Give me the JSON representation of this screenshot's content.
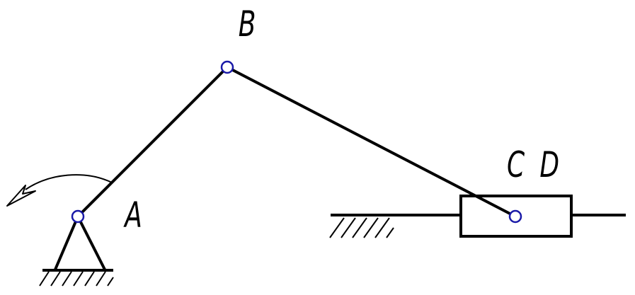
{
  "labels": {
    "A": "A",
    "B": "B",
    "C": "C",
    "D": "D"
  },
  "colors": {
    "line": "#000000",
    "joint": "#1a1aa8",
    "background": "#ffffff"
  },
  "icons": {
    "rotation": "curved-arrow-icon",
    "pivot": "triangle-pin-support-icon",
    "ground": "hatched-ground-icon",
    "slider": "slider-block-icon"
  }
}
